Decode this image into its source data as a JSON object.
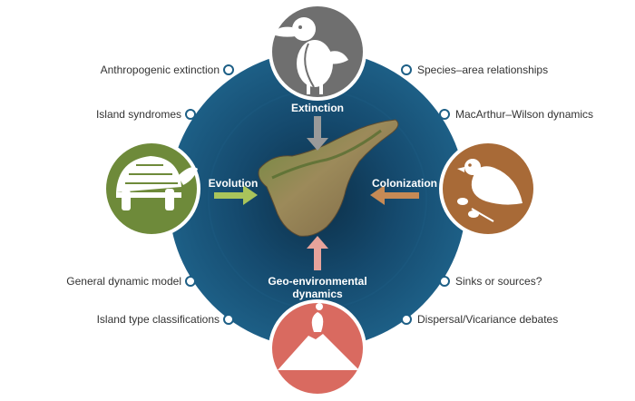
{
  "colors": {
    "outer_ring": "#1d5f86",
    "inner_ring": "#17557a",
    "center": "#0e3550",
    "extinction_circle": "#6f6f6f",
    "evolution_circle": "#6e8a3a",
    "colonization_circle": "#a86a37",
    "geo_circle": "#d96a60",
    "dot_fill": "#ffffff",
    "dot_stroke": "#1d5f86",
    "arrow_extinction": "#9a9a9a",
    "arrow_evolution": "#a9c45b",
    "arrow_colonization": "#c68a55",
    "arrow_geo": "#e7a39b"
  },
  "icons": {
    "top": "dodo-bird-icon",
    "left": "tortoise-icon",
    "right": "dove-with-branch-icon",
    "bottom": "volcano-icon",
    "center": "island-map-icon"
  },
  "processes": {
    "extinction": "Extinction",
    "evolution": "Evolution",
    "colonization": "Colonization",
    "geo_line1": "Geo-environmental",
    "geo_line2": "dynamics"
  },
  "left_labels": [
    "Anthropogenic extinction",
    "Island syndromes",
    "General dynamic model",
    "Island type classifications"
  ],
  "right_labels": [
    "Species–area relationships",
    "MacArthur–Wilson dynamics",
    "Sinks or sources?",
    "Dispersal/Vicariance debates"
  ]
}
